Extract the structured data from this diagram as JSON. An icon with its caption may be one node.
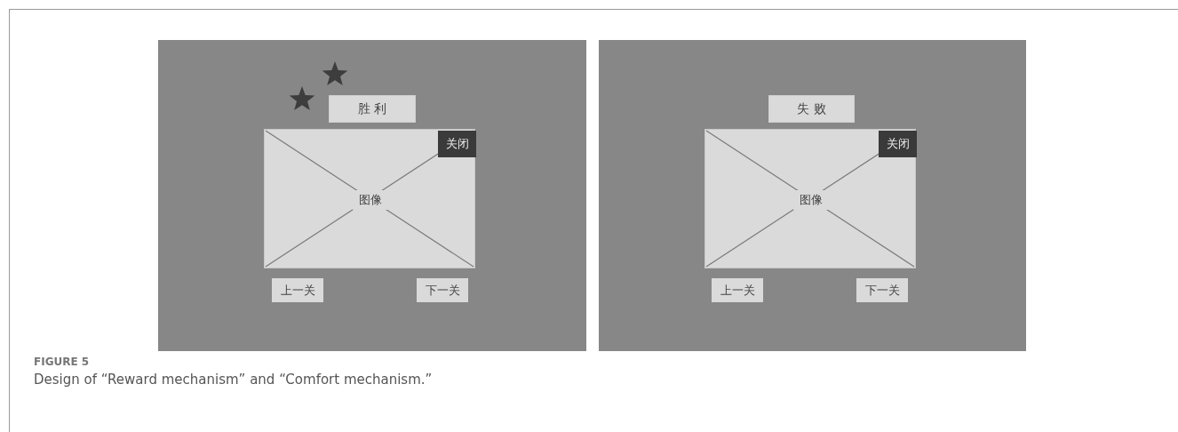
{
  "diagram": {
    "caption": "Design of “Reward mechanism” and “Comfort mechanism.”",
    "nodes": [
      {
        "text": [],
        "shape": "box"
      },
      {
        "text": [
          "胜 利"
        ],
        "in": 0
      },
      {
        "text": [
          "图像"
        ],
        "in": 0
      },
      {
        "text": [
          "关闭"
        ],
        "in": 2
      },
      {
        "text": [
          "上一关"
        ],
        "in": 0
      },
      {
        "text": [
          "下一关"
        ],
        "in": 0
      },
      {
        "text": [],
        "shape": "box"
      },
      {
        "text": [
          "失 败"
        ],
        "in": 6
      },
      {
        "text": [
          "图像"
        ],
        "in": 6
      },
      {
        "text": [
          "关闭"
        ],
        "in": 8
      },
      {
        "text": [
          "上一关"
        ],
        "in": 6
      },
      {
        "text": [
          "下一关"
        ],
        "in": 6
      }
    ],
    "edges": [],
    "labels": [
      "FIGURE 5"
    ]
  }
}
